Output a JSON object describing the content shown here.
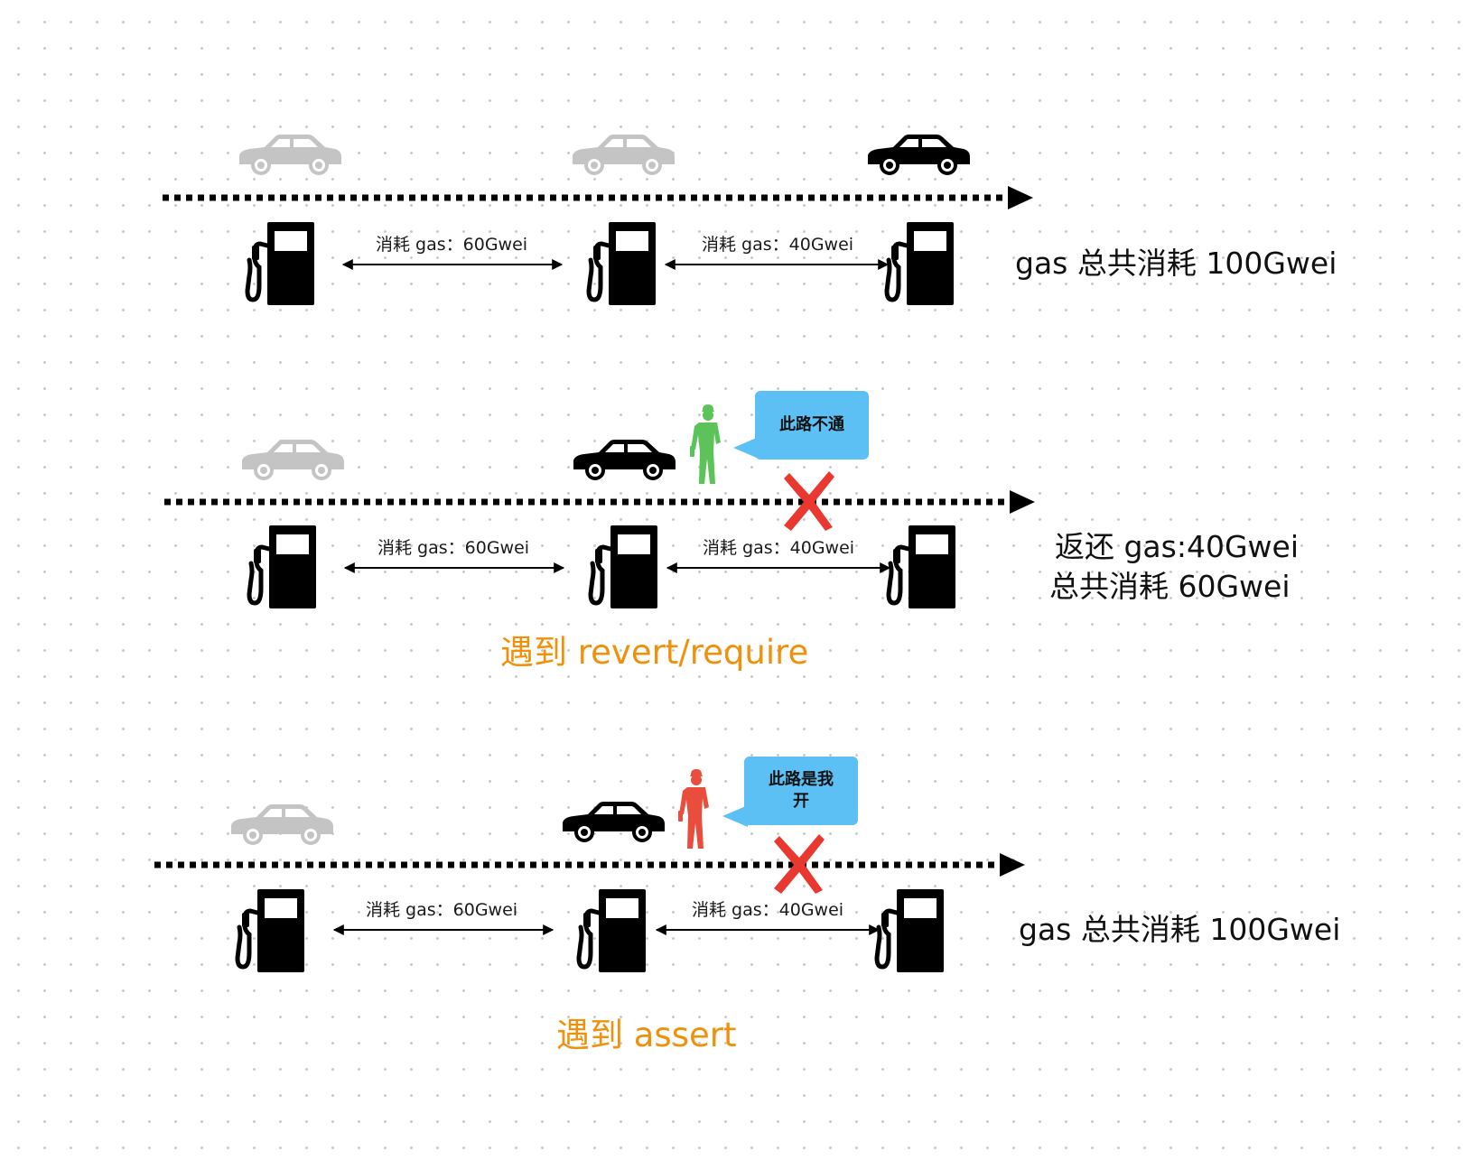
{
  "colors": {
    "car_gray": "#c4c4c4",
    "car_black": "#000000",
    "pump": "#000000",
    "worker_ok": "#5cc35a",
    "worker_bad": "#e94e3c",
    "bubble": "#5cc0f4",
    "cross": "#e8382f",
    "caption": "#f0900b"
  },
  "scenes": [
    {
      "segments": [
        {
          "label": "消耗 gas：60Gwei"
        },
        {
          "label": "消耗 gas：40Gwei"
        }
      ],
      "summary": [
        "gas 总共消耗 100Gwei"
      ],
      "caption": "",
      "bubble": ""
    },
    {
      "segments": [
        {
          "label": "消耗 gas：60Gwei"
        },
        {
          "label": "消耗 gas：40Gwei"
        }
      ],
      "summary": [
        "返还 gas:40Gwei",
        "总共消耗 60Gwei"
      ],
      "caption": "遇到 revert/require",
      "bubble": "此路不通"
    },
    {
      "segments": [
        {
          "label": "消耗 gas：60Gwei"
        },
        {
          "label": "消耗 gas：40Gwei"
        }
      ],
      "summary": [
        "gas 总共消耗 100Gwei"
      ],
      "caption": "遇到 assert",
      "bubble": "此路是我\n开"
    }
  ]
}
